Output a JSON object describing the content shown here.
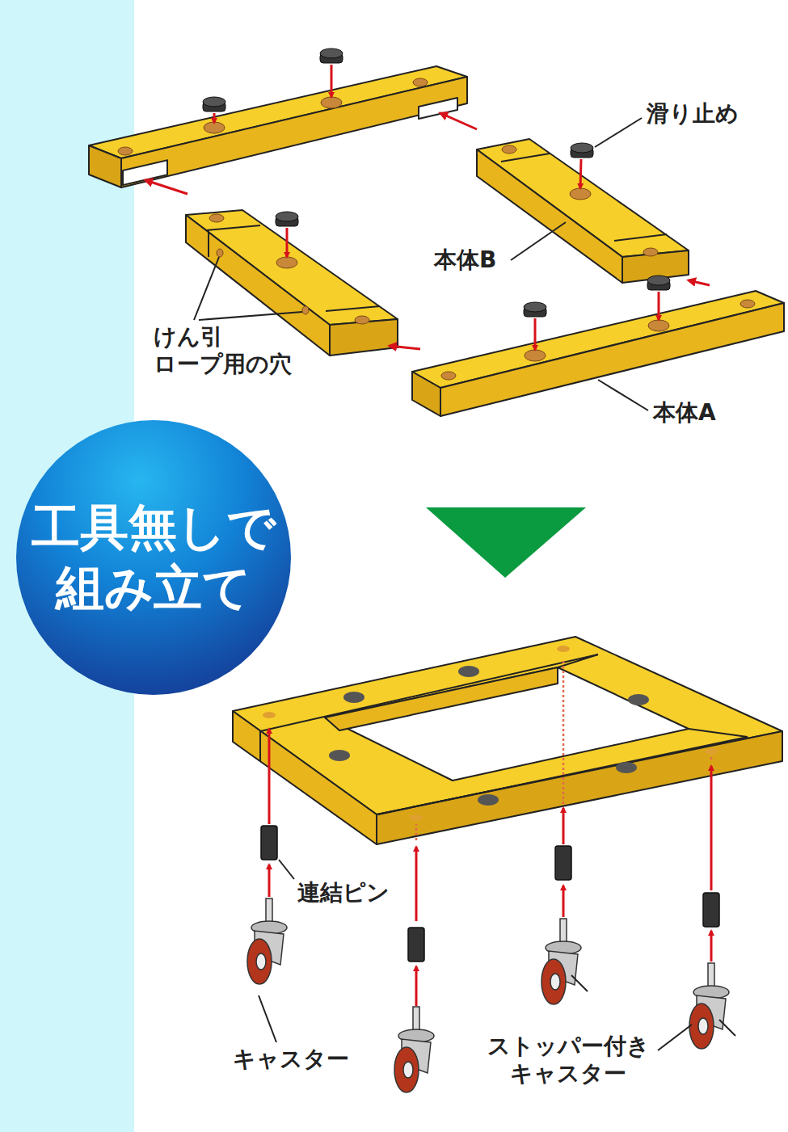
{
  "diagram": {
    "nodes": [
      {
        "text": [
          "工具無しで 組み立て"
        ]
      }
    ],
    "labels": [
      "滑り止め",
      "本体B",
      "けん引 ロープ用の穴",
      "本体A",
      "連結ピン",
      "キャスター",
      "ストッパー付き キャスター"
    ]
  }
}
